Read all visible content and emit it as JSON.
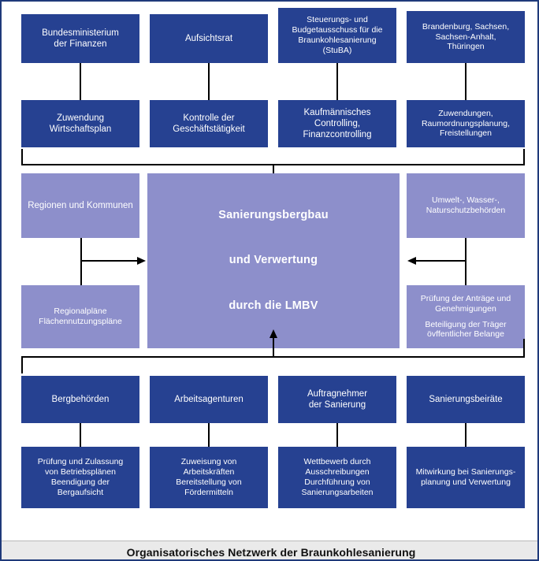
{
  "caption": "Organisatorisches Netzwerk der Braunkohlesanierung",
  "colors": {
    "box_dark": "#264191",
    "box_light": "#8D8FCB",
    "connector": "#000000",
    "caption_background": "#EAEAEA",
    "page_border": "#1F3A7A",
    "text_on_box": "#FFFFFF"
  },
  "top_row": [
    {
      "label": "Bundesministerium\nder Finanzen"
    },
    {
      "label": "Aufsichtsrat"
    },
    {
      "label": "Steuerungs- und\nBudgetausschuss für die\nBraunkohlesanierung\n(StuBA)"
    },
    {
      "label": "Brandenburg, Sachsen,\nSachsen-Anhalt,\nThüringen"
    }
  ],
  "top_row_tasks": [
    {
      "label": "Zuwendung\nWirtschaftsplan"
    },
    {
      "label": "Kontrolle der\nGeschäftstätigkeit"
    },
    {
      "label": "Kaufmännisches\nControlling,\nFinanzcontrolling"
    },
    {
      "label": "Zuwendungen,\nRaumordnungsplanung,\nFreistellungen"
    }
  ],
  "middle": {
    "left_actor": {
      "label": "Regionen und Kommunen"
    },
    "left_task": {
      "label": "Regionalpläne\nFlächennutzungspläne"
    },
    "center": {
      "line1": "Sanierungsbergbau",
      "line2": "und Verwertung",
      "line3": "durch die LMBV"
    },
    "right_actor": {
      "label": "Umwelt-, Wasser-,\nNaturschutzbehörden"
    },
    "right_task": {
      "paragraph1": "Prüfung der Anträge und\nGenehmigungen",
      "paragraph2": "Beteiligung der Träger\növffentlicher Belange"
    }
  },
  "bottom_row": [
    {
      "label": "Bergbehörden"
    },
    {
      "label": "Arbeitsagenturen"
    },
    {
      "label": "Auftragnehmer\nder Sanierung"
    },
    {
      "label": "Sanierungsbeiräte"
    }
  ],
  "bottom_row_tasks": [
    {
      "label": "Prüfung und Zulassung\nvon Betriebsplänen\nBeendigung der\nBergaufsicht"
    },
    {
      "label": "Zuweisung von\nArbeitskräften\nBereitstellung von\nFördermitteln"
    },
    {
      "label": "Wettbewerb durch\nAusschreibungen\nDurchführung von\nSanierungsarbeiten"
    },
    {
      "label": "Mitwirkung bei Sanierungs-\nplanung und Verwertung"
    }
  ]
}
